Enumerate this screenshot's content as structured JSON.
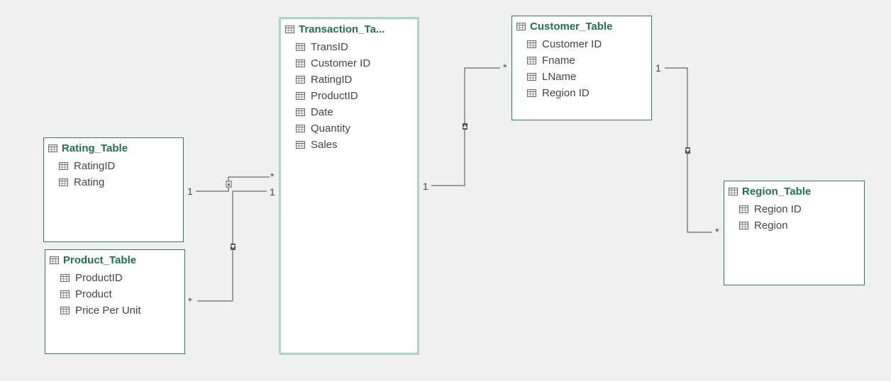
{
  "window": {
    "title": "Diagram View"
  },
  "tables": [
    {
      "id": "transaction",
      "name": "Transaction_Ta...",
      "selected": true,
      "fields": [
        "TransID",
        "Customer ID",
        "RatingID",
        "ProductID",
        "Date",
        "Quantity",
        "Sales"
      ]
    },
    {
      "id": "customer",
      "name": "Customer_Table",
      "selected": false,
      "fields": [
        "Customer ID",
        "Fname",
        "LName",
        "Region ID"
      ]
    },
    {
      "id": "rating",
      "name": "Rating_Table",
      "selected": false,
      "fields": [
        "RatingID",
        "Rating"
      ]
    },
    {
      "id": "product",
      "name": "Product_Table",
      "selected": false,
      "fields": [
        "ProductID",
        "Product",
        "Price Per Unit"
      ]
    },
    {
      "id": "region",
      "name": "Region_Table",
      "selected": false,
      "fields": [
        "Region ID",
        "Region"
      ]
    }
  ],
  "relationships": [
    {
      "id": "rating-transaction",
      "from_label": "1",
      "to_label": "*"
    },
    {
      "id": "product-transaction",
      "from_label": "*",
      "to_label": "1"
    },
    {
      "id": "transaction-customer",
      "from_label": "1",
      "to_label": "*"
    },
    {
      "id": "customer-region",
      "from_label": "1",
      "to_label": "*"
    }
  ],
  "colors": {
    "canvas": "#f0f0f0",
    "card_border": "#2e7d5b",
    "selected_border": "#a8d8c0",
    "title": "#217346",
    "field_text": "#444444",
    "line": "#666666"
  },
  "icons": {
    "table": "table-icon",
    "field": "table-icon",
    "direction": "arrow-icon"
  }
}
